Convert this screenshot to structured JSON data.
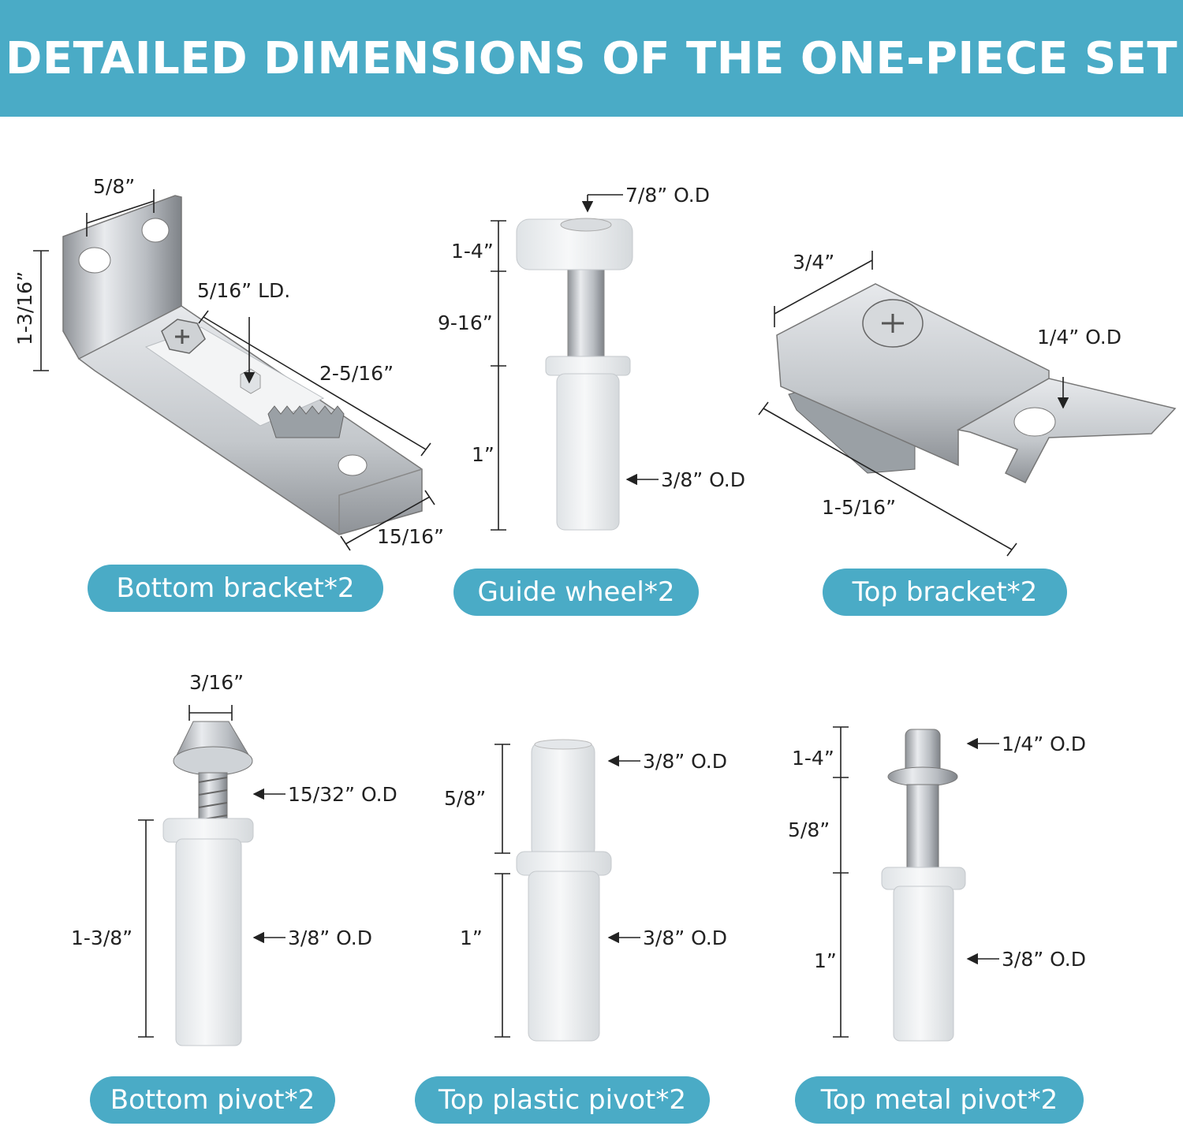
{
  "title": "DETAILED DIMENSIONS OF THE ONE-PIECE SET",
  "parts": [
    {
      "label": "Bottom bracket*2",
      "dimensions": [
        "5/8”",
        "1-3/16”",
        "5/16” LD.",
        "2-5/16”",
        "15/16”"
      ]
    },
    {
      "label": "Guide wheel*2",
      "dimensions": [
        "7/8” O.D",
        "1-4”",
        "9-16”",
        "1”",
        "3/8” O.D"
      ]
    },
    {
      "label": "Top bracket*2",
      "dimensions": [
        "3/4”",
        "1/4” O.D",
        "1-5/16”"
      ]
    },
    {
      "label": "Bottom pivot*2",
      "dimensions": [
        "3/16”",
        "15/32” O.D",
        "1-3/8”",
        "3/8” O.D"
      ]
    },
    {
      "label": "Top plastic pivot*2",
      "dimensions": [
        "3/8” O.D",
        "5/8”",
        "1”",
        "3/8” O.D"
      ]
    },
    {
      "label": "Top metal pivot*2",
      "dimensions": [
        "1/4” O.D",
        "1-4”",
        "5/8”",
        "1”",
        "3/8” O.D"
      ]
    }
  ],
  "colors": {
    "banner": "#4aabc6",
    "label_bg": "#4aabc6",
    "metal": "#c9ccd0",
    "plastic": "#eef0f2"
  }
}
